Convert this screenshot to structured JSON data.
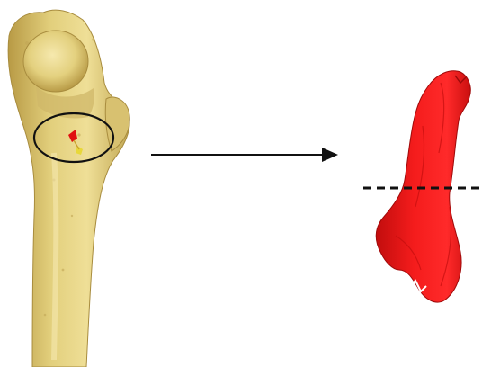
{
  "figure": {
    "panels": [
      {
        "name": "left-panel",
        "subject": "femur-proximal",
        "color": "#e2cf7c",
        "annotation": "ellipse-outline",
        "markers": [
          "#e01010",
          "#e8d83a"
        ]
      },
      {
        "name": "right-panel",
        "subject": "red-isolated-region",
        "color": "#f01818",
        "annotation": "dashed-horizontal-line"
      }
    ],
    "connector": "arrow-right",
    "colors": {
      "bone": "#e2cf7c",
      "bone_shadow": "#b89a45",
      "bone_highlight": "#f4e7a8",
      "region": "#f01818",
      "region_shadow": "#b80c0c",
      "outline": "#111111"
    }
  }
}
